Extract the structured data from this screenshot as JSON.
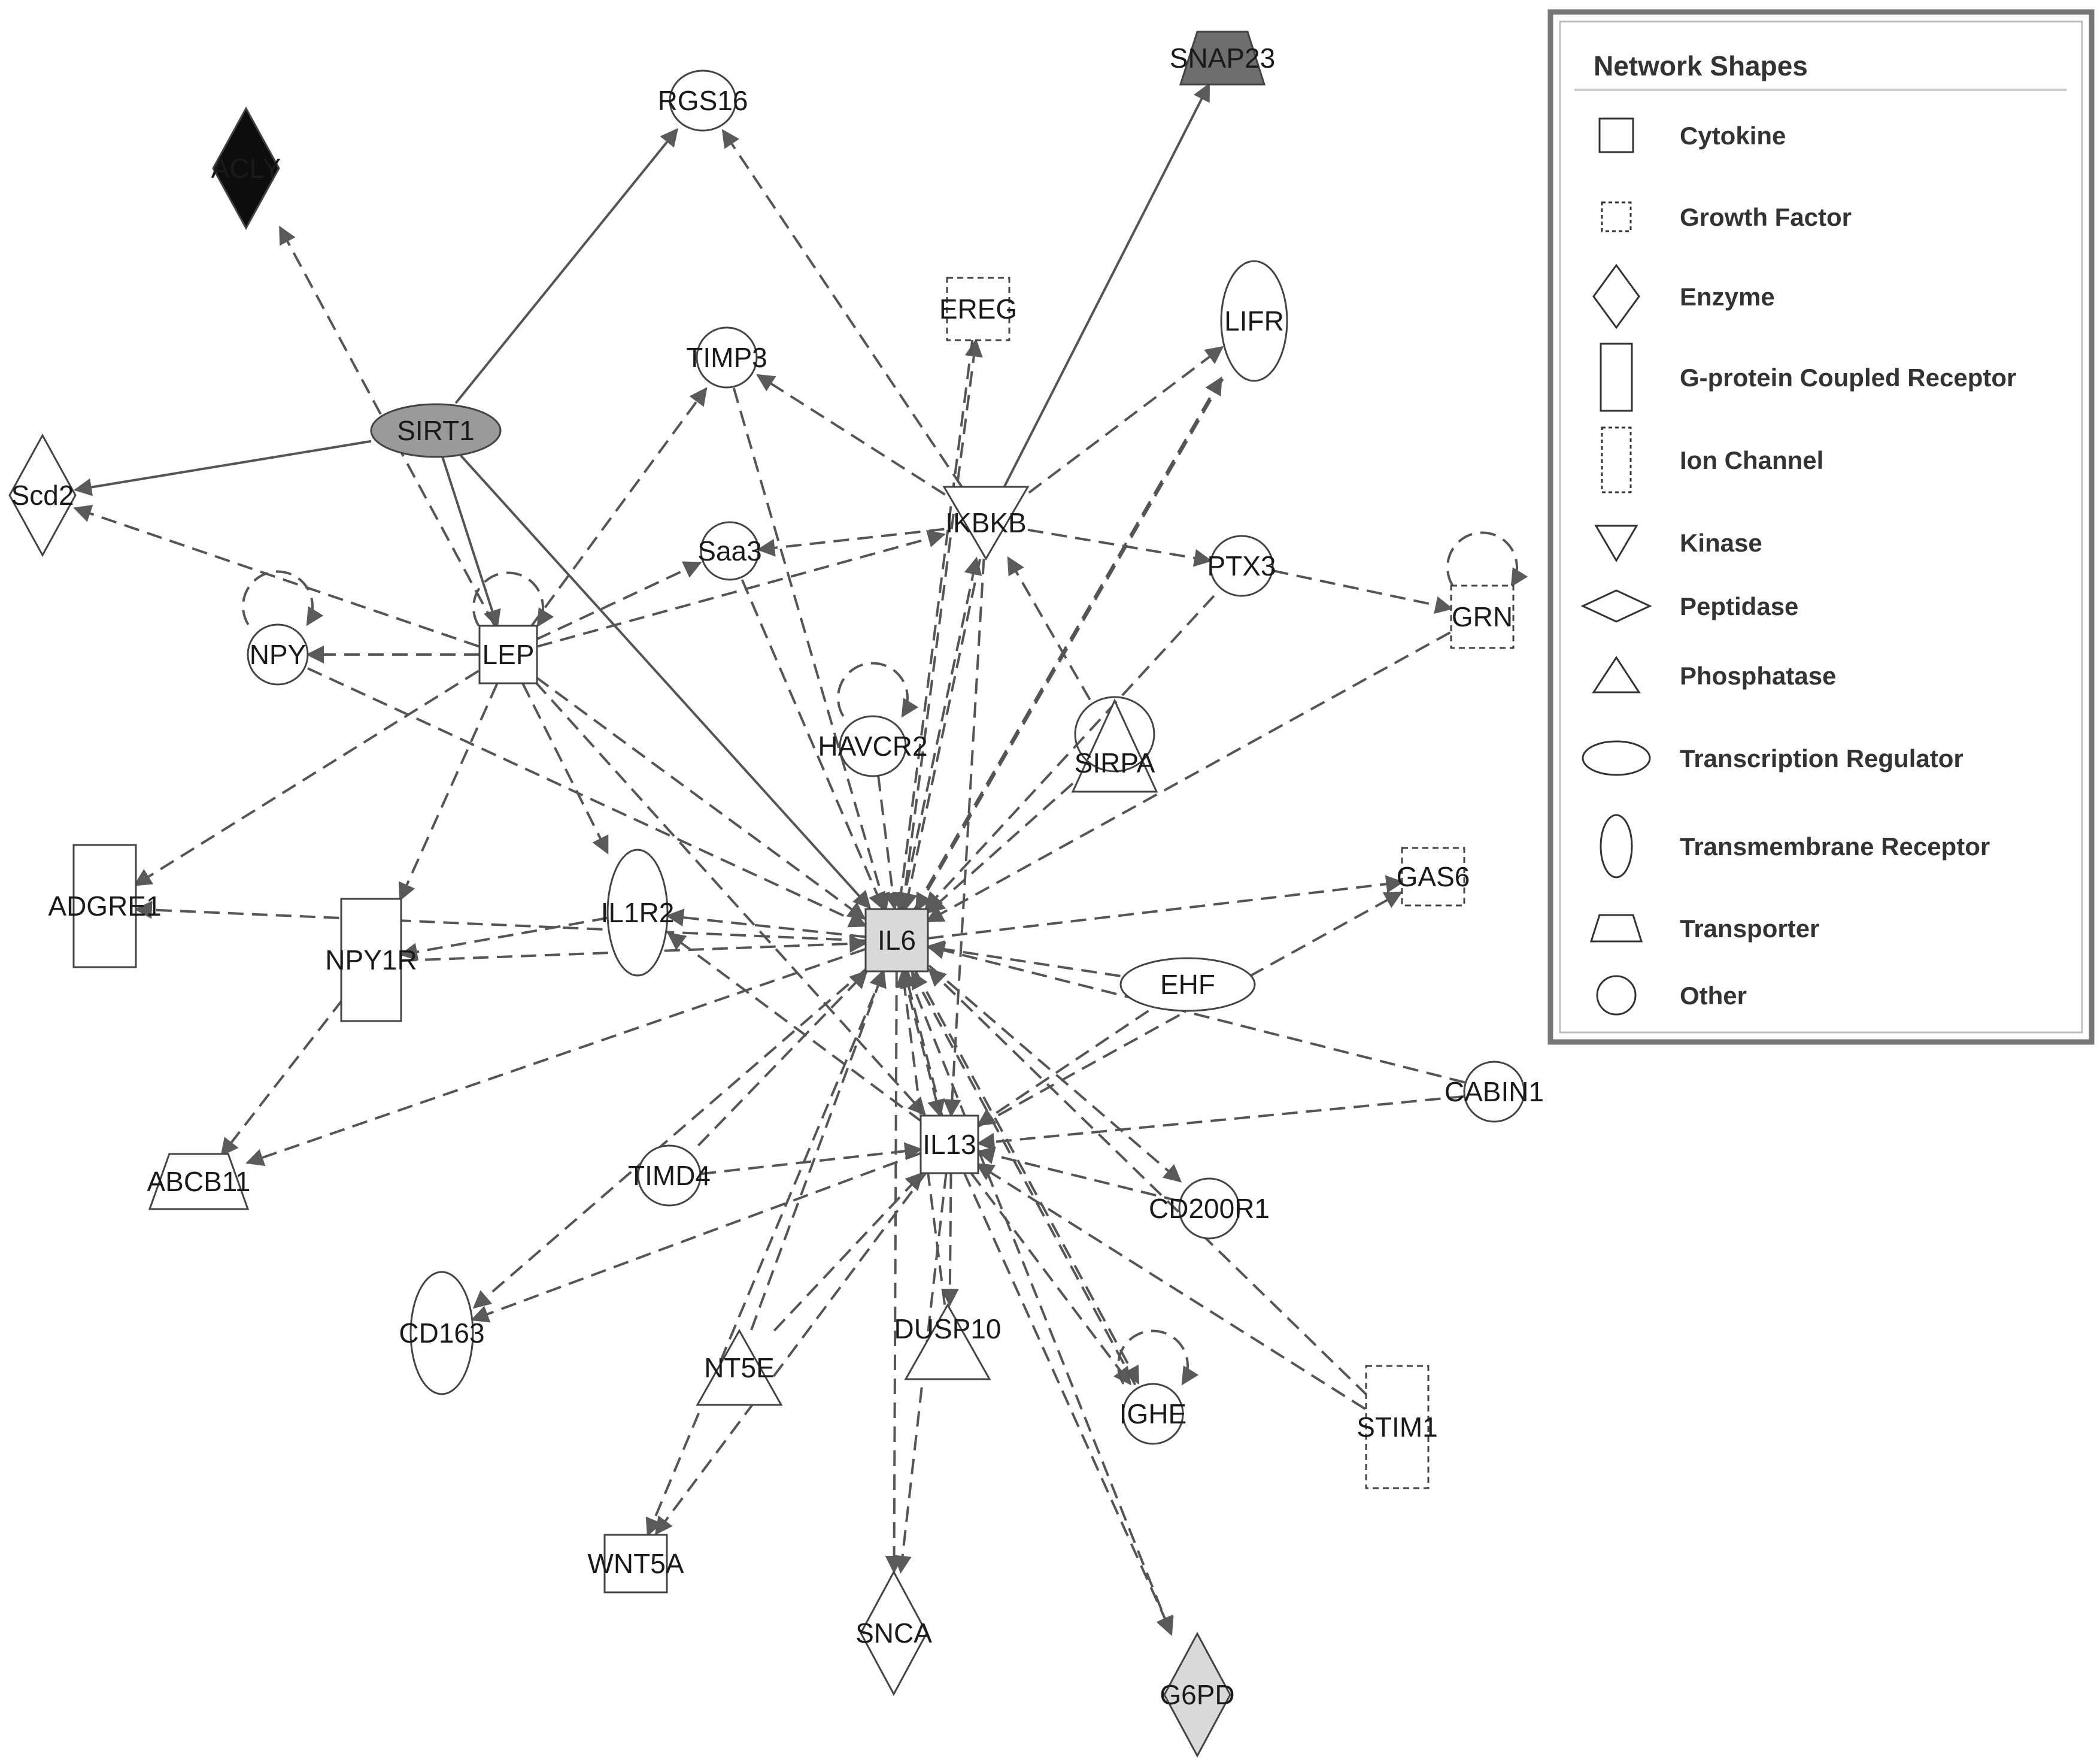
{
  "colors": {
    "edge": "#555555",
    "arrow": "#5a5a5a",
    "node_stroke": "#444444",
    "white": "#ffffff",
    "light_gray": "#d9d9d9",
    "mid_gray": "#9a9a9a",
    "dark_gray": "#6e6e6e",
    "black": "#0d0d0d",
    "legend_border": "#777777"
  },
  "legend": {
    "title": "Network Shapes",
    "items": [
      {
        "shape": "square",
        "label": "Cytokine"
      },
      {
        "shape": "dashed-square",
        "label": "Growth Factor"
      },
      {
        "shape": "diamond",
        "label": "Enzyme"
      },
      {
        "shape": "tall-rect",
        "label": "G-protein Coupled Receptor"
      },
      {
        "shape": "dashed-tall-rect",
        "label": "Ion Channel"
      },
      {
        "shape": "triangle-down",
        "label": "Kinase"
      },
      {
        "shape": "wide-diamond",
        "label": "Peptidase"
      },
      {
        "shape": "triangle-up",
        "label": "Phosphatase"
      },
      {
        "shape": "wide-ellipse",
        "label": "Transcription Regulator"
      },
      {
        "shape": "tall-ellipse",
        "label": "Transmembrane  Receptor"
      },
      {
        "shape": "trapezoid",
        "label": "Transporter"
      },
      {
        "shape": "circle",
        "label": "Other"
      }
    ]
  },
  "nodes": [
    {
      "id": "IL6",
      "label": "IL6",
      "type": "cytokine",
      "fill": "light_gray"
    },
    {
      "id": "IL13",
      "label": "IL13",
      "type": "cytokine",
      "fill": "white"
    },
    {
      "id": "LEP",
      "label": "LEP",
      "type": "cytokine",
      "fill": "white"
    },
    {
      "id": "SIRT1",
      "label": "SIRT1",
      "type": "transcription-regulator",
      "fill": "mid_gray"
    },
    {
      "id": "ACLY",
      "label": "ACLY",
      "type": "enzyme",
      "fill": "black"
    },
    {
      "id": "RGS16",
      "label": "RGS16",
      "type": "other",
      "fill": "white"
    },
    {
      "id": "SNAP23",
      "label": "SNAP23",
      "type": "transporter",
      "fill": "dark_gray"
    },
    {
      "id": "EREG",
      "label": "EREG",
      "type": "growth-factor",
      "fill": "white"
    },
    {
      "id": "LIFR",
      "label": "LIFR",
      "type": "transmembrane-receptor",
      "fill": "white"
    },
    {
      "id": "TIMP3",
      "label": "TIMP3",
      "type": "other",
      "fill": "white"
    },
    {
      "id": "Scd2",
      "label": "Scd2",
      "type": "enzyme",
      "fill": "white"
    },
    {
      "id": "IKBKB",
      "label": "IKBKB",
      "type": "kinase",
      "fill": "white"
    },
    {
      "id": "Saa3",
      "label": "Saa3",
      "type": "other",
      "fill": "white"
    },
    {
      "id": "PTX3",
      "label": "PTX3",
      "type": "other",
      "fill": "white"
    },
    {
      "id": "GRN",
      "label": "GRN",
      "type": "growth-factor",
      "fill": "white"
    },
    {
      "id": "NPY",
      "label": "NPY",
      "type": "other",
      "fill": "white"
    },
    {
      "id": "HAVCR2",
      "label": "HAVCR2",
      "type": "other",
      "fill": "white"
    },
    {
      "id": "SIRPA",
      "label": "SIRPA",
      "type": "phosphatase",
      "fill": "white"
    },
    {
      "id": "ADGRE1",
      "label": "ADGRE1",
      "type": "gpcr",
      "fill": "white"
    },
    {
      "id": "NPY1R",
      "label": "NPY1R",
      "type": "gpcr",
      "fill": "white"
    },
    {
      "id": "IL1R2",
      "label": "IL1R2",
      "type": "transmembrane-receptor",
      "fill": "white"
    },
    {
      "id": "GAS6",
      "label": "GAS6",
      "type": "growth-factor",
      "fill": "white"
    },
    {
      "id": "EHF",
      "label": "EHF",
      "type": "transcription-regulator",
      "fill": "white"
    },
    {
      "id": "CABIN1",
      "label": "CABIN1",
      "type": "other",
      "fill": "white"
    },
    {
      "id": "ABCB11",
      "label": "ABCB11",
      "type": "transporter",
      "fill": "white"
    },
    {
      "id": "TIMD4",
      "label": "TIMD4",
      "type": "other",
      "fill": "white"
    },
    {
      "id": "CD200R1",
      "label": "CD200R1",
      "type": "other",
      "fill": "white"
    },
    {
      "id": "CD163",
      "label": "CD163",
      "type": "transmembrane-receptor",
      "fill": "white"
    },
    {
      "id": "NT5E",
      "label": "NT5E",
      "type": "phosphatase",
      "fill": "white"
    },
    {
      "id": "DUSP10",
      "label": "DUSP10",
      "type": "phosphatase",
      "fill": "white"
    },
    {
      "id": "IGHE",
      "label": "IGHE",
      "type": "other",
      "fill": "white"
    },
    {
      "id": "STIM1",
      "label": "STIM1",
      "type": "ion-channel",
      "fill": "white"
    },
    {
      "id": "WNT5A",
      "label": "WNT5A",
      "type": "cytokine",
      "fill": "white"
    },
    {
      "id": "SNCA",
      "label": "SNCA",
      "type": "enzyme",
      "fill": "white"
    },
    {
      "id": "G6PD",
      "label": "G6PD",
      "type": "enzyme",
      "fill": "light_gray"
    }
  ],
  "edges": [
    {
      "from": "SIRT1",
      "to": "RGS16",
      "style": "solid",
      "arrow": true
    },
    {
      "from": "SIRT1",
      "to": "Scd2",
      "style": "solid",
      "arrow": true
    },
    {
      "from": "SIRT1",
      "to": "LEP",
      "style": "solid",
      "arrow": true
    },
    {
      "from": "SIRT1",
      "to": "IL6",
      "style": "solid",
      "arrow": true
    },
    {
      "from": "IKBKB",
      "to": "SNAP23",
      "style": "solid",
      "arrow": true
    },
    {
      "from": "LEP",
      "to": "ACLY",
      "style": "dashed",
      "arrow": true
    },
    {
      "from": "LEP",
      "to": "Scd2",
      "style": "dashed",
      "arrow": true
    },
    {
      "from": "LEP",
      "to": "NPY",
      "style": "dashed",
      "arrow": true
    },
    {
      "from": "LEP",
      "to": "TIMP3",
      "style": "dashed",
      "arrow": true
    },
    {
      "from": "LEP",
      "to": "Saa3",
      "style": "dashed",
      "arrow": true
    },
    {
      "from": "LEP",
      "to": "IKBKB",
      "style": "dashed",
      "arrow": true
    },
    {
      "from": "LEP",
      "to": "ADGRE1",
      "style": "dashed",
      "arrow": true
    },
    {
      "from": "LEP",
      "to": "NPY1R",
      "style": "dashed",
      "arrow": true
    },
    {
      "from": "LEP",
      "to": "IL1R2",
      "style": "dashed",
      "arrow": true
    },
    {
      "from": "LEP",
      "to": "IL6",
      "style": "dashed",
      "arrow": true
    },
    {
      "from": "LEP",
      "to": "IL13",
      "style": "dashed",
      "arrow": true
    },
    {
      "from": "IKBKB",
      "to": "RGS16",
      "style": "dashed",
      "arrow": true
    },
    {
      "from": "IKBKB",
      "to": "TIMP3",
      "style": "dashed",
      "arrow": true
    },
    {
      "from": "IKBKB",
      "to": "Saa3",
      "style": "dashed",
      "arrow": true
    },
    {
      "from": "IKBKB",
      "to": "PTX3",
      "style": "dashed",
      "arrow": true
    },
    {
      "from": "IKBKB",
      "to": "LIFR",
      "style": "dashed",
      "arrow": true
    },
    {
      "from": "IKBKB",
      "to": "IL6",
      "style": "dashed",
      "arrow": true
    },
    {
      "from": "IKBKB",
      "to": "IL13",
      "style": "dashed",
      "arrow": true
    },
    {
      "from": "IL6",
      "to": "EREG",
      "style": "dashed",
      "arrow": true
    },
    {
      "from": "IL6",
      "to": "IKBKB",
      "style": "dashed",
      "arrow": true
    },
    {
      "from": "IL6",
      "to": "LIFR",
      "style": "dashed",
      "arrow": true
    },
    {
      "from": "IL6",
      "to": "GAS6",
      "style": "dashed",
      "arrow": true
    },
    {
      "from": "IL6",
      "to": "ADGRE1",
      "style": "dashed",
      "arrow": true
    },
    {
      "from": "IL6",
      "to": "IL1R2",
      "style": "dashed",
      "arrow": true
    },
    {
      "from": "IL6",
      "to": "ABCB11",
      "style": "dashed",
      "arrow": true
    },
    {
      "from": "IL6",
      "to": "CD163",
      "style": "dashed",
      "arrow": true
    },
    {
      "from": "IL6",
      "to": "SNCA",
      "style": "dashed",
      "arrow": true
    },
    {
      "from": "IL6",
      "to": "G6PD",
      "style": "dashed",
      "arrow": true
    },
    {
      "from": "IL6",
      "to": "IGHE",
      "style": "dashed",
      "arrow": true
    },
    {
      "from": "IL6",
      "to": "WNT5A",
      "style": "dashed",
      "arrow": true
    },
    {
      "from": "IL6",
      "to": "IL13",
      "style": "dashed",
      "arrow": true
    },
    {
      "from": "IL6",
      "to": "CD200R1",
      "style": "dashed",
      "arrow": true
    },
    {
      "from": "NPY",
      "to": "IL6",
      "style": "dashed",
      "arrow": true
    },
    {
      "from": "NPY1R",
      "to": "IL6",
      "style": "dashed",
      "arrow": true
    },
    {
      "from": "NPY1R",
      "to": "ABCB11",
      "style": "dashed",
      "arrow": true
    },
    {
      "from": "Saa3",
      "to": "IL6",
      "style": "dashed",
      "arrow": true
    },
    {
      "from": "TIMP3",
      "to": "IL6",
      "style": "dashed",
      "arrow": true
    },
    {
      "from": "HAVCR2",
      "to": "IL6",
      "style": "dashed",
      "arrow": true
    },
    {
      "from": "SIRPA",
      "to": "IL6",
      "style": "dashed",
      "arrow": true
    },
    {
      "from": "SIRPA",
      "to": "IKBKB",
      "style": "dashed",
      "arrow": true
    },
    {
      "from": "PTX3",
      "to": "GRN",
      "style": "dashed",
      "arrow": true
    },
    {
      "from": "PTX3",
      "to": "IL6",
      "style": "dashed",
      "arrow": true
    },
    {
      "from": "GRN",
      "to": "IL6",
      "style": "dashed",
      "arrow": true
    },
    {
      "from": "EHF",
      "to": "IL6",
      "style": "dashed",
      "arrow": true
    },
    {
      "from": "EHF",
      "to": "IL13",
      "style": "dashed",
      "arrow": true
    },
    {
      "from": "CABIN1",
      "to": "IL6",
      "style": "dashed",
      "arrow": true
    },
    {
      "from": "CABIN1",
      "to": "IL13",
      "style": "dashed",
      "arrow": true
    },
    {
      "from": "CD200R1",
      "to": "IL13",
      "style": "dashed",
      "arrow": true
    },
    {
      "from": "STIM1",
      "to": "IL6",
      "style": "dashed",
      "arrow": true
    },
    {
      "from": "STIM1",
      "to": "IL13",
      "style": "dashed",
      "arrow": true
    },
    {
      "from": "TIMD4",
      "to": "IL6",
      "style": "dashed",
      "arrow": true
    },
    {
      "from": "TIMD4",
      "to": "IL13",
      "style": "dashed",
      "arrow": true
    },
    {
      "from": "NT5E",
      "to": "IL6",
      "style": "dashed",
      "arrow": true
    },
    {
      "from": "NT5E",
      "to": "IL13",
      "style": "dashed",
      "arrow": true
    },
    {
      "from": "IL13",
      "to": "CD163",
      "style": "dashed",
      "arrow": true
    },
    {
      "from": "IL13",
      "to": "DUSP10",
      "style": "dashed",
      "arrow": true
    },
    {
      "from": "IL13",
      "to": "IGHE",
      "style": "dashed",
      "arrow": true
    },
    {
      "from": "IL13",
      "to": "WNT5A",
      "style": "dashed",
      "arrow": true
    },
    {
      "from": "IL13",
      "to": "G6PD",
      "style": "dashed",
      "arrow": true
    },
    {
      "from": "IL13",
      "to": "IL6",
      "style": "dashed",
      "arrow": true
    },
    {
      "from": "IL13",
      "to": "IL1R2",
      "style": "dashed",
      "arrow": true
    },
    {
      "from": "IL13",
      "to": "GAS6",
      "style": "dashed",
      "arrow": true
    },
    {
      "from": "IL13",
      "to": "SNCA",
      "style": "dashed",
      "arrow": true
    },
    {
      "from": "DUSP10",
      "to": "IL6",
      "style": "dashed",
      "arrow": true
    },
    {
      "from": "IGHE",
      "to": "IL6",
      "style": "dashed",
      "arrow": true
    },
    {
      "from": "IL1R2",
      "to": "NPY1R",
      "style": "dashed",
      "arrow": true
    },
    {
      "from": "EREG",
      "to": "IL6",
      "style": "dashed",
      "arrow": true
    },
    {
      "from": "LIFR",
      "to": "IL6",
      "style": "dashed",
      "arrow": true
    },
    {
      "from": "LEP",
      "to": "LEP",
      "style": "dashed",
      "arrow": true,
      "self": true
    },
    {
      "from": "NPY",
      "to": "NPY",
      "style": "dashed",
      "arrow": true,
      "self": true
    },
    {
      "from": "HAVCR2",
      "to": "HAVCR2",
      "style": "dashed",
      "arrow": true,
      "self": true
    },
    {
      "from": "GRN",
      "to": "GRN",
      "style": "dashed",
      "arrow": true,
      "self": true
    },
    {
      "from": "IGHE",
      "to": "IGHE",
      "style": "dashed",
      "arrow": true,
      "self": true
    }
  ]
}
